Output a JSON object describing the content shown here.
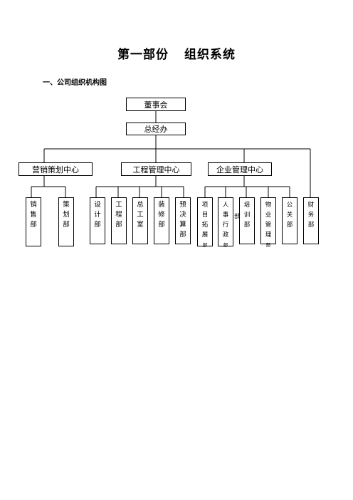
{
  "page_title": {
    "part1": "第一部份",
    "part2": "组织系统"
  },
  "section_heading": "一、公司组织机构图",
  "org_chart": {
    "top": "董事会",
    "executive": "总经办",
    "centers": [
      "营销策划中心",
      "工程管理中心",
      "企业管理中心"
    ],
    "departments": {
      "sales": "销售部",
      "planning": "策划部",
      "design": "设计部",
      "engineering": "工程部",
      "chief_engineer": "总工室",
      "decoration": "装修部",
      "budget": "预决算部",
      "project_dev": "项目拓展",
      "project_dev_suffix": "部",
      "hr": "人事行政",
      "hr_suffix": "部",
      "training": "培训部",
      "property": "物业管理",
      "property_suffix": "部",
      "pr": "公关部",
      "finance": "财务部"
    },
    "stray_mark": "部"
  }
}
